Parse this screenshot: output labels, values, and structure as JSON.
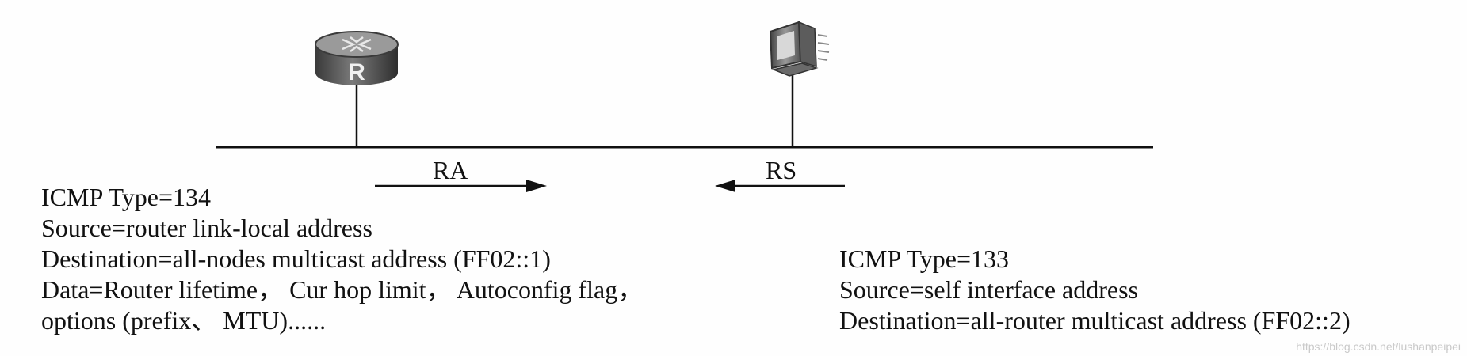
{
  "router": {
    "icon": "router-icon",
    "letter": "R",
    "color": "#5a5a5a"
  },
  "host": {
    "icon": "computer-icon"
  },
  "link": {
    "color": "#111111"
  },
  "ra": {
    "label": "RA",
    "lines": [
      "ICMP Type=134",
      "Source=router link-local address",
      "Destination=all-nodes multicast address (FF02::1)",
      "Data=Router lifetime， Cur hop limit， Autoconfig flag，",
      "options (prefix、 MTU)......"
    ]
  },
  "rs": {
    "label": "RS",
    "lines": [
      "ICMP Type=133",
      "Source=self interface address",
      "Destination=all-router multicast address (FF02::2)"
    ]
  },
  "watermark": "https://blog.csdn.net/lushanpeipei"
}
